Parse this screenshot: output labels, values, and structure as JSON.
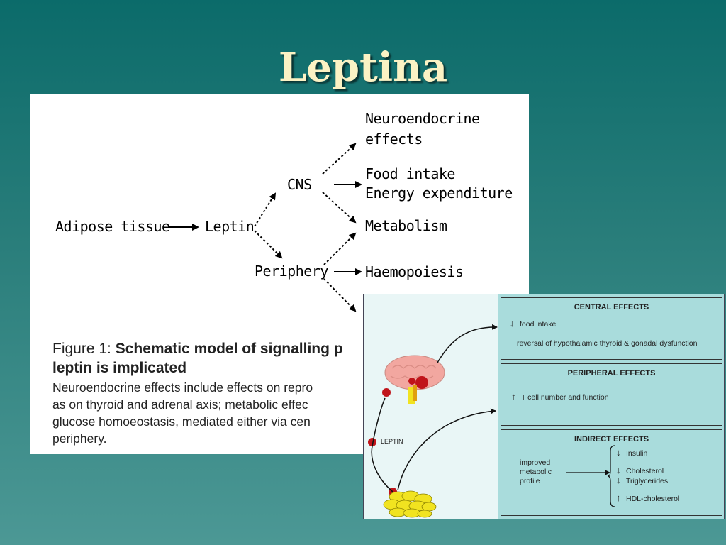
{
  "slide": {
    "title": "Leptina"
  },
  "left_figure": {
    "diagram": {
      "source": "Adipose tissue",
      "hormone": "Leptin",
      "branches": [
        "CNS",
        "Periphery"
      ],
      "cns_targets": [
        "Neuroendocrine",
        "effects",
        "Food intake",
        "Energy expenditure"
      ],
      "shared_target": "Metabolism",
      "periphery_targets": [
        "Haemopoiesis"
      ]
    },
    "caption": {
      "label": "Figure 1:",
      "title_part1": "Schematic model of signalling p",
      "title_part2": "leptin is implicated",
      "body_lines": [
        "Neuroendocrine effects include effects on repro",
        "as on thyroid and adrenal axis; metabolic effec",
        "glucose homoeostasis, mediated either via cen",
        "periphery."
      ]
    }
  },
  "right_figure": {
    "leptin_label": "LEPTIN",
    "central": {
      "title": "CENTRAL EFFECTS",
      "item1_arrow": "↓",
      "item1": "food intake",
      "item2": "reversal of hypothalamic thyroid & gonadal dysfunction"
    },
    "peripheral": {
      "title": "PERIPHERAL EFFECTS",
      "item1_arrow": "↑",
      "item1": "T cell number and function"
    },
    "indirect": {
      "title": "INDIRECT EFFECTS",
      "profile_lines": [
        "improved",
        "metabolic",
        "profile"
      ],
      "effects": [
        {
          "arrow": "↓",
          "text": "Insulin"
        },
        {
          "arrow": "↓",
          "text": "Cholesterol"
        },
        {
          "arrow": "↓",
          "text": "Triglycerides"
        },
        {
          "arrow": "↑",
          "text": "HDL-cholesterol"
        }
      ]
    },
    "colors": {
      "panel_bg": "#a9dcdc",
      "leptin_dot": "#c0141a",
      "fat_cells": "#f1e320",
      "brain": "#f2a7a0"
    }
  }
}
